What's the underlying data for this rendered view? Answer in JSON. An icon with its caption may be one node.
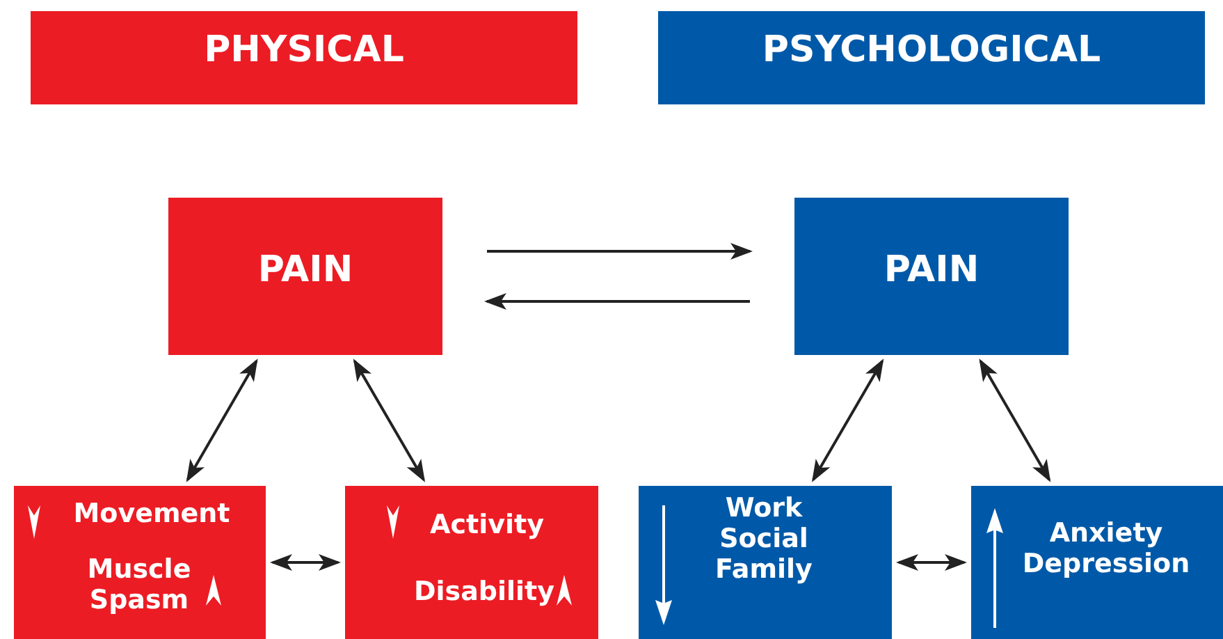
{
  "diagram": {
    "nodes": [
      {
        "text": [
          "PHYSICAL"
        ]
      },
      {
        "text": [
          "PSYCHOLOGICAL"
        ]
      },
      {
        "text": [
          "PAIN"
        ]
      },
      {
        "text": [
          "PAIN"
        ]
      },
      {
        "text": [
          "Movement",
          "Muscle Spasm"
        ]
      },
      {
        "text": [
          "Activity",
          "Disability"
        ]
      },
      {
        "text": [
          "Work Social Family"
        ]
      },
      {
        "text": [
          "Anxiety Depression"
        ]
      }
    ],
    "edges": [
      {
        "from": 2,
        "to": 3,
        "arrow": "to"
      },
      {
        "from": 3,
        "to": 2,
        "arrow": "to"
      },
      {
        "from": 2,
        "to": 4,
        "arrow": "both"
      },
      {
        "from": 2,
        "to": 5,
        "arrow": "both"
      },
      {
        "from": 3,
        "to": 6,
        "arrow": "both"
      },
      {
        "from": 3,
        "to": 7,
        "arrow": "both"
      },
      {
        "from": 4,
        "to": 5,
        "arrow": "both"
      },
      {
        "from": 6,
        "to": 7,
        "arrow": "both"
      }
    ]
  }
}
